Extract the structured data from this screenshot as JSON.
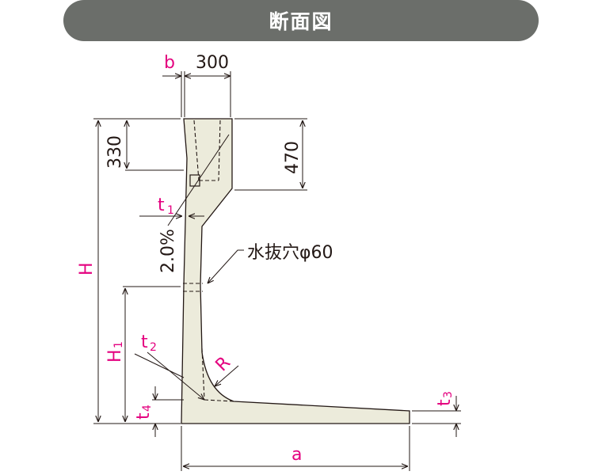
{
  "title": "断面図",
  "labels": {
    "b": "b",
    "top_width": "300",
    "dim_330": "330",
    "dim_470": "470",
    "t1_main": "t",
    "t1_sub": "1",
    "slope": "2.0%",
    "H": "H",
    "drain_hole": "水抜穴φ60",
    "H1_main": "H",
    "H1_sub": "1",
    "t2_main": "t",
    "t2_sub": "2",
    "R": "R",
    "t4_main": "t",
    "t4_sub": "4",
    "t3_main": "t",
    "t3_sub": "3",
    "a": "a"
  },
  "colors": {
    "concrete_fill": "#ecebdb",
    "outline": "#231815",
    "dimension_pink": "#e4007f",
    "title_bar": "#6b6e6a"
  }
}
